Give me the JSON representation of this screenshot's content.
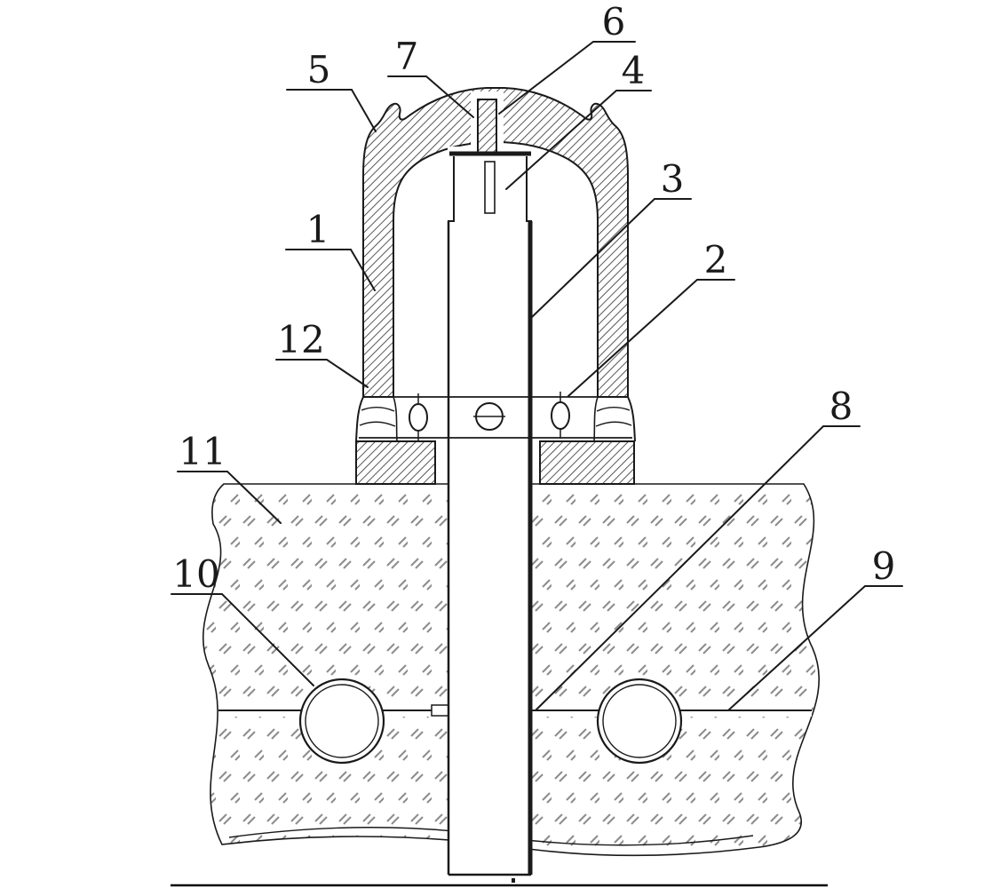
{
  "figure": {
    "kind": "patent-sectional-diagram",
    "colors": {
      "ink": "#1a1a1a",
      "hatch": "#3a3a3a",
      "ground_mark": "#8e8e8e"
    },
    "callouts": [
      {
        "num": "1"
      },
      {
        "num": "2"
      },
      {
        "num": "3"
      },
      {
        "num": "4"
      },
      {
        "num": "5"
      },
      {
        "num": "6"
      },
      {
        "num": "7"
      },
      {
        "num": "8"
      },
      {
        "num": "9"
      },
      {
        "num": "10"
      },
      {
        "num": "11"
      },
      {
        "num": "12"
      }
    ]
  }
}
